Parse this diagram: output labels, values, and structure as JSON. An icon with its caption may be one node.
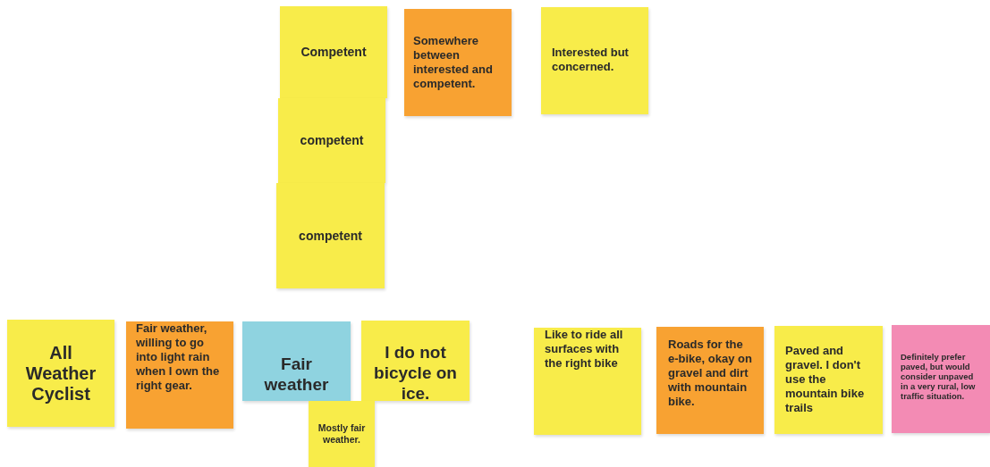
{
  "diagram": {
    "nodes": [
      {
        "text": [
          "Competent"
        ]
      },
      {
        "text": [
          "Somewhere between interested and competent."
        ]
      },
      {
        "text": [
          "Interested but concerned."
        ]
      },
      {
        "text": [
          "competent"
        ]
      },
      {
        "text": [
          "competent"
        ]
      },
      {
        "text": [
          "All Weather Cyclist"
        ]
      },
      {
        "text": [
          "Fair weather, willing to go into light rain when I own the right gear."
        ]
      },
      {
        "text": [
          "Fair weather"
        ]
      },
      {
        "text": [
          "I do not bicycle on ice."
        ]
      },
      {
        "text": [
          "Mostly fair weather."
        ]
      },
      {
        "text": [
          "Like to ride all surfaces with the right bike"
        ]
      },
      {
        "text": [
          "Roads for the e-bike, okay on gravel and dirt with mountain bike."
        ]
      },
      {
        "text": [
          "Paved and gravel. I don't use the mountain bike trails"
        ]
      },
      {
        "text": [
          "Definitely prefer paved, but would consider unpaved in a very rural, low traffic situation."
        ]
      }
    ]
  }
}
